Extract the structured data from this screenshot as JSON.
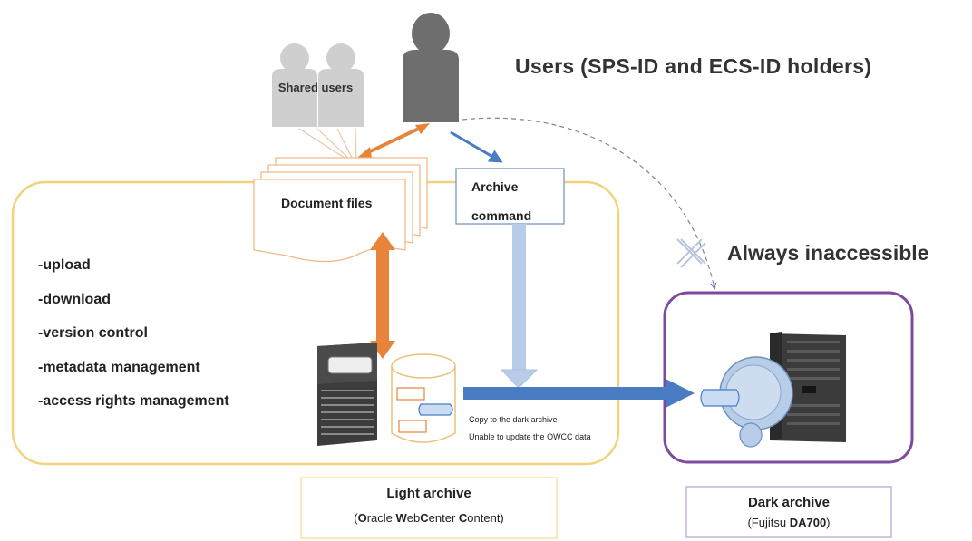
{
  "users_title": "Users (SPS-ID and ECS-ID holders)",
  "shared_users": "Shared users",
  "document_files": "Document files",
  "archive_command": "Archive command",
  "always_inaccessible": "Always inaccessible",
  "operations": [
    "-upload",
    "-download",
    "-version control",
    "-metadata management",
    "-access rights management"
  ],
  "copy_note": {
    "line1": "Copy to the dark archive",
    "line2": "Unable to update the OWCC data"
  },
  "light_archive": {
    "title": "Light archive",
    "subtitle_parts": [
      {
        "text": "(",
        "bold": false
      },
      {
        "text": "O",
        "bold": true
      },
      {
        "text": "racle ",
        "bold": false
      },
      {
        "text": "W",
        "bold": true
      },
      {
        "text": "eb",
        "bold": false
      },
      {
        "text": "C",
        "bold": true
      },
      {
        "text": "enter ",
        "bold": false
      },
      {
        "text": "C",
        "bold": true
      },
      {
        "text": "ontent)",
        "bold": false
      }
    ]
  },
  "dark_archive": {
    "title": "Dark archive",
    "subtitle_parts": [
      {
        "text": "(Fujitsu ",
        "bold": false
      },
      {
        "text": "DA700",
        "bold": true
      },
      {
        "text": ")",
        "bold": false
      }
    ]
  },
  "colors": {
    "light_archive_border": "#f2d27a",
    "dark_archive_border": "#7d4a9e",
    "label_box_border": "#f7dca0",
    "dark_label_border": "#b9a7cf",
    "orange_arrow": "#e8843a",
    "blue_arrow": "#4a7cc4",
    "light_blue_arrow": "#b8cce8",
    "user_figure": "#6e6e6e",
    "shared_user_figure": "#cfcfcf",
    "document_border": "#f0b98a"
  },
  "icons": [
    "shared-users-icon",
    "user-icon",
    "document-stack-icon",
    "server-rack-icon",
    "database-icon",
    "dark-archive-server-icon",
    "cross-icon"
  ]
}
